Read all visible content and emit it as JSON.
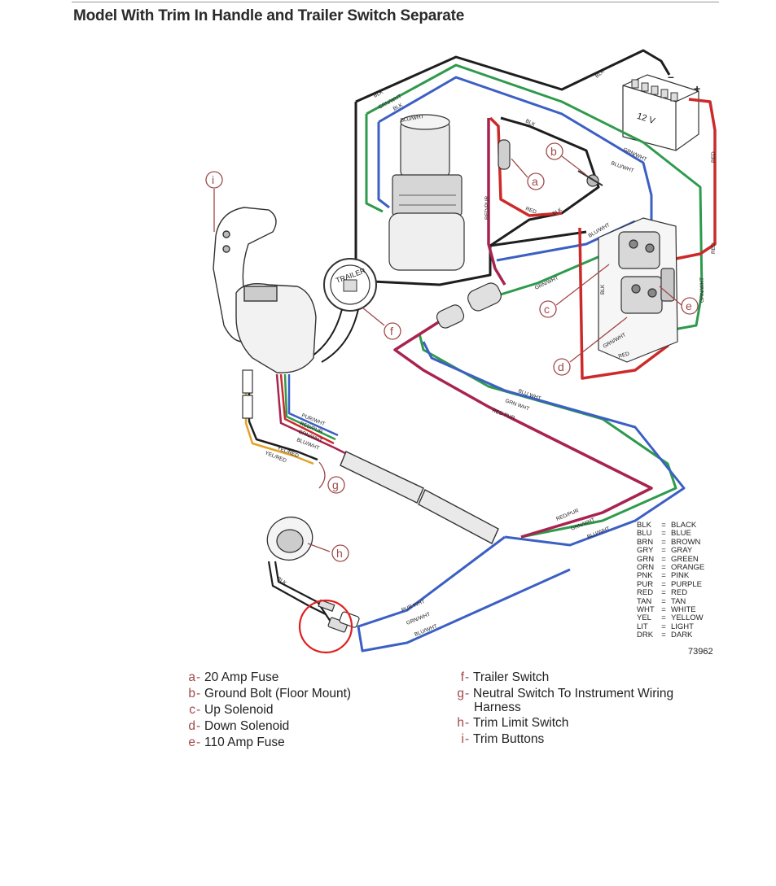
{
  "title": "Model With Trim In Handle and Trailer Switch Separate",
  "figure_number": "73962",
  "battery_label": "12 V",
  "battery_plus": "+",
  "battery_minus": "–",
  "trailer_switch_label": "TRAILER",
  "callouts": [
    "a",
    "b",
    "c",
    "d",
    "e",
    "f",
    "g",
    "h",
    "i"
  ],
  "wire_labels": {
    "blk": "BLK",
    "grn_wht": "GRN/WHT",
    "blu_wht": "BLU/WHT",
    "red": "RED",
    "red_pur": "RED/PUR",
    "pur_wht": "PUR/WHT",
    "yel_red": "YEL/RED",
    "grn_wht_low": "GRN WHT",
    "blu_wht_low": "BLU WHT",
    "red_pur_low": "RED PUR",
    "pur_wht_low": "PUR WHT",
    "red_pur_2": "RED PUR"
  },
  "color_legend": [
    {
      "abbr": "BLK",
      "name": "BLACK"
    },
    {
      "abbr": "BLU",
      "name": "BLUE"
    },
    {
      "abbr": "BRN",
      "name": "BROWN"
    },
    {
      "abbr": "GRY",
      "name": "GRAY"
    },
    {
      "abbr": "GRN",
      "name": "GREEN"
    },
    {
      "abbr": "ORN",
      "name": "ORANGE"
    },
    {
      "abbr": "PNK",
      "name": "PINK"
    },
    {
      "abbr": "PUR",
      "name": "PURPLE"
    },
    {
      "abbr": "RED",
      "name": "RED"
    },
    {
      "abbr": "TAN",
      "name": "TAN"
    },
    {
      "abbr": "WHT",
      "name": "WHITE"
    },
    {
      "abbr": "YEL",
      "name": "YELLOW"
    },
    {
      "abbr": "LIT",
      "name": "LIGHT"
    },
    {
      "abbr": "DRK",
      "name": "DARK"
    }
  ],
  "keys_left": [
    {
      "letter": "a",
      "text": "20 Amp Fuse"
    },
    {
      "letter": "b",
      "text": "Ground Bolt (Floor Mount)"
    },
    {
      "letter": "c",
      "text": "Up Solenoid"
    },
    {
      "letter": "d",
      "text": "Down Solenoid"
    },
    {
      "letter": "e",
      "text": "110 Amp Fuse"
    }
  ],
  "keys_right": [
    {
      "letter": "f",
      "text": "Trailer Switch"
    },
    {
      "letter": "g",
      "text": "Neutral Switch To Instrument Wiring",
      "text2": "Harness"
    },
    {
      "letter": "h",
      "text": "Trim Limit Switch"
    },
    {
      "letter": "i",
      "text": "Trim Buttons"
    }
  ],
  "colors": {
    "black_wire": "#1e1e1e",
    "green_wire": "#2e9a4c",
    "blue_wire": "#3b5fc4",
    "red_wire": "#cc2a2a",
    "purple_red_wire": "#a8244e",
    "yellow_wire": "#e0a32a",
    "callout": "#a04848",
    "highlight_circle": "#e0201f"
  }
}
